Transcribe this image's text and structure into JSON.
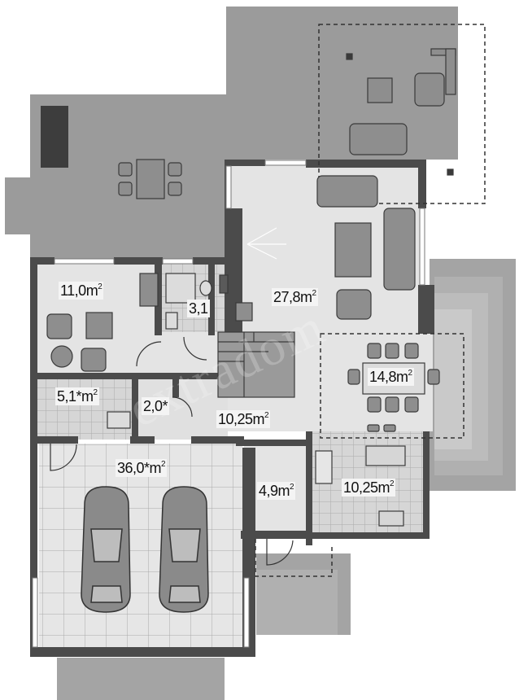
{
  "rooms": {
    "r1": {
      "area": "11,0m",
      "unit_sup": "2"
    },
    "r2": {
      "area": "3,1",
      "unit_sup": ""
    },
    "r3": {
      "area": "27,8m",
      "unit_sup": "2"
    },
    "r4": {
      "area": "14,8m",
      "unit_sup": "2"
    },
    "r5": {
      "area": "5,1*m",
      "unit_sup": "2"
    },
    "r6": {
      "area": "2,0*",
      "unit_sup": ""
    },
    "r7": {
      "area": "10,25m",
      "unit_sup": "2"
    },
    "r8": {
      "area": "36,0*m",
      "unit_sup": "2"
    },
    "r9": {
      "area": "4,9m",
      "unit_sup": "2"
    },
    "r10": {
      "area": "10,25m",
      "unit_sup": "2"
    }
  },
  "watermark": "extradom",
  "colors": {
    "terrace": "#9a9a9a",
    "floor": "#e0e0e0",
    "wall": "#4a4a4a",
    "furniture": "#8c8c8c",
    "tile_line": "#a8a8a8"
  }
}
